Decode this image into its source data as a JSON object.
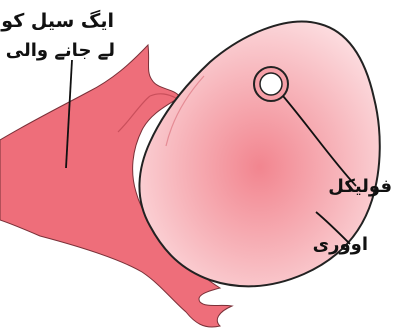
{
  "labels": {
    "tube_line_1": "ایگ سیل کو",
    "tube_line_2": "لے جانے والی نالی",
    "follicle": "فولیکل",
    "ovary": "اووری"
  },
  "colors": {
    "tube_fill": "#ee6e7a",
    "ovary_center": "#f48e98",
    "ovary_edge": "#fbd8db",
    "outline": "#222222",
    "follicle_ring": "#ffffff"
  }
}
